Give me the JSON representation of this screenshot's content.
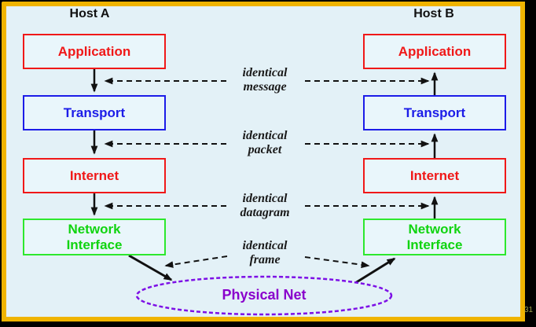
{
  "slide": {
    "page_number": "31",
    "colors": {
      "background": "#e3f1f7",
      "frame": "#f0b400",
      "outer": "#000000",
      "red_layer": "#f01818",
      "blue_layer": "#1c1ce8",
      "green_layer": "#10d410",
      "purple_net": "#8a00cc",
      "arrow": "#111111"
    }
  },
  "hosts": [
    {
      "name": "Host A"
    },
    {
      "name": "Host B"
    }
  ],
  "layers": [
    {
      "label": "Application",
      "color": "#f01818"
    },
    {
      "label": "Transport",
      "color": "#1c1ce8"
    },
    {
      "label": "Internet",
      "color": "#f01818"
    },
    {
      "label": "Network\nInterface",
      "color": "#10d410"
    }
  ],
  "links": [
    {
      "label": "identical\nmessage"
    },
    {
      "label": "identical\npacket"
    },
    {
      "label": "identical\ndatagram"
    },
    {
      "label": "identical\nframe"
    }
  ],
  "physical_net": {
    "label": "Physical Net",
    "color": "#8a00cc"
  }
}
